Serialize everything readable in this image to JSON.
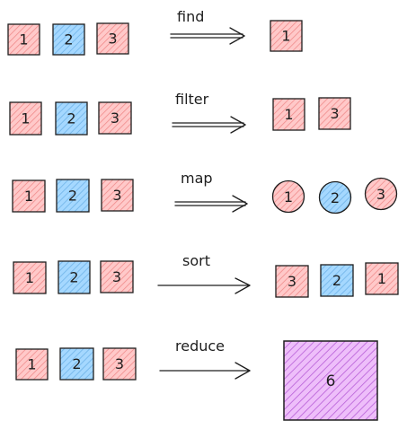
{
  "operations": [
    {
      "label": "find",
      "input": [
        "1",
        "2",
        "3"
      ],
      "output": [
        "1"
      ],
      "output_shape": "square"
    },
    {
      "label": "filter",
      "input": [
        "1",
        "2",
        "3"
      ],
      "output": [
        "1",
        "3"
      ],
      "output_shape": "square"
    },
    {
      "label": "map",
      "input": [
        "1",
        "2",
        "3"
      ],
      "output": [
        "1",
        "2",
        "3"
      ],
      "output_shape": "circle"
    },
    {
      "label": "sort",
      "input": [
        "1",
        "2",
        "3"
      ],
      "output": [
        "3",
        "2",
        "1"
      ],
      "output_shape": "square"
    },
    {
      "label": "reduce",
      "input": [
        "1",
        "2",
        "3"
      ],
      "output": [
        "6"
      ],
      "output_shape": "big-square"
    }
  ],
  "colors": {
    "odd_fill": "#ffc9c9",
    "odd_hatch": "#f08c8c",
    "even_fill": "#a5d8ff",
    "even_hatch": "#6fb3e8",
    "reduce_fill": "#eebefa",
    "reduce_hatch": "#b860d8",
    "stroke": "#1e1e1e"
  }
}
